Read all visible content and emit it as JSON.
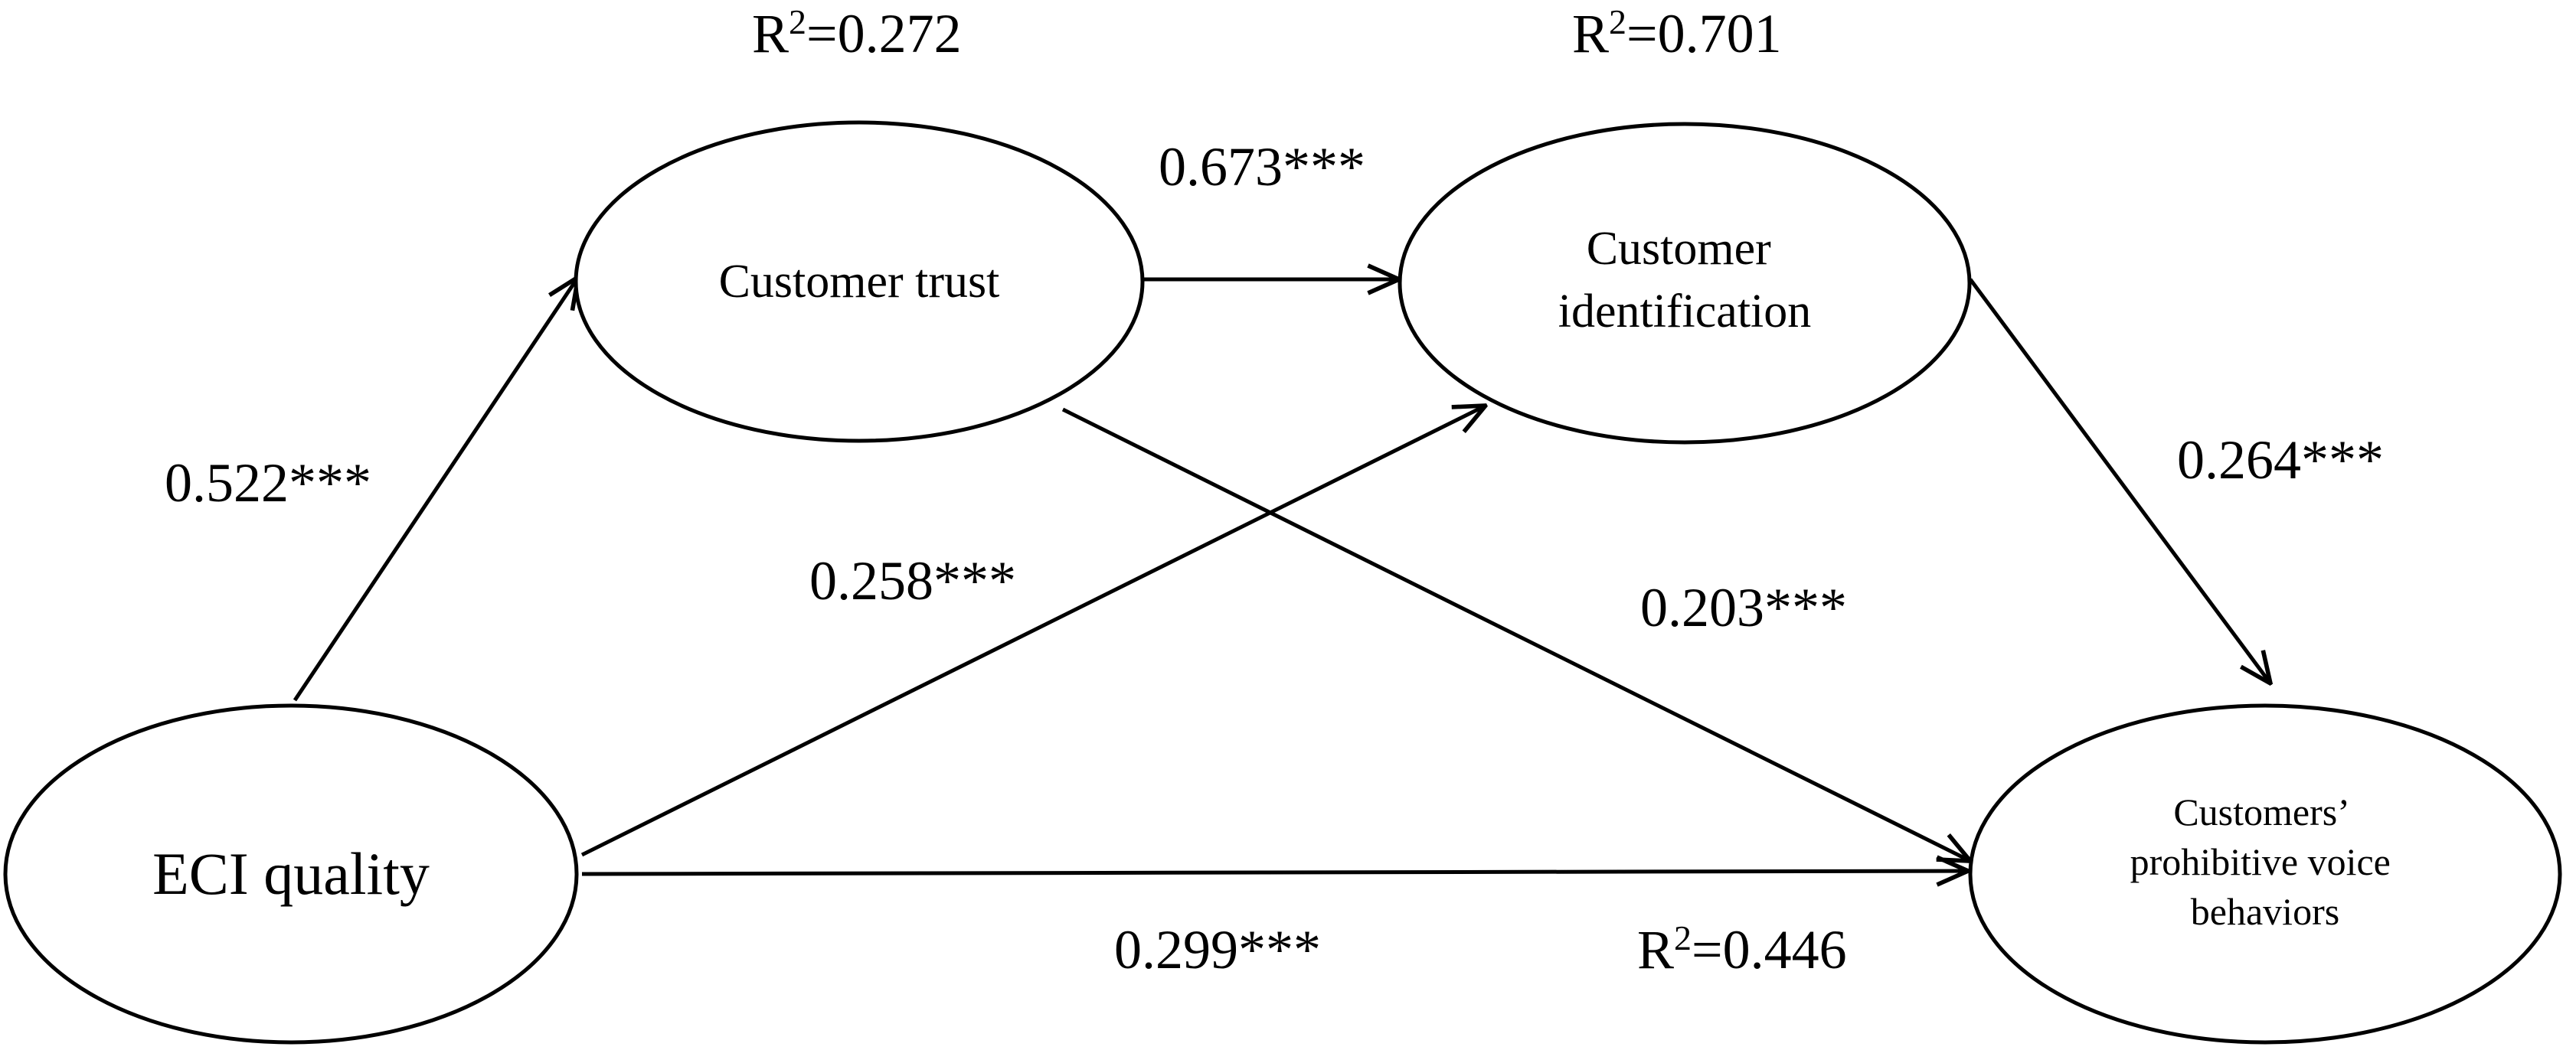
{
  "nodes": {
    "eci_quality": {
      "label": "ECI quality"
    },
    "customer_trust": {
      "label": "Customer trust",
      "r2_prefix": "R",
      "r2_sup": "2",
      "r2_value": "=0.272"
    },
    "customer_identification": {
      "label_line1": "Customer",
      "label_line2": "identification",
      "r2_prefix": "R",
      "r2_sup": "2",
      "r2_value": "=0.701"
    },
    "prohibitive_voice": {
      "label_line1": "Customers’",
      "label_line2": "prohibitive voice",
      "label_line3": "behaviors",
      "r2_prefix": "R",
      "r2_sup": "2",
      "r2_value": "=0.446"
    }
  },
  "paths": {
    "eci_to_trust": "0.522***",
    "trust_to_identification": "0.673***",
    "eci_to_identification": "0.258***",
    "trust_to_voice": "0.203***",
    "identification_to_voice": "0.264***",
    "eci_to_voice": "0.299***"
  },
  "style": {
    "line_color": "#000000",
    "background": "#ffffff"
  }
}
